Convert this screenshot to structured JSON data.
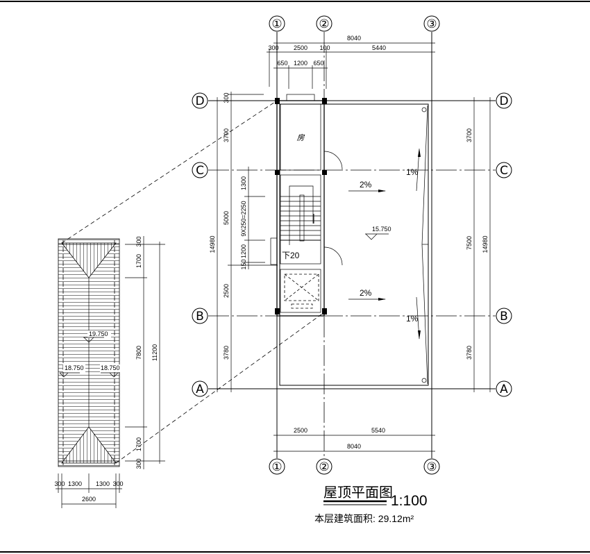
{
  "drawing": {
    "title": "屋顶平面图",
    "scale": "1:100",
    "area_note": "本层建筑面积: 29.12m²",
    "axes": {
      "v": [
        "①",
        "②",
        "③"
      ],
      "h": [
        "D",
        "C",
        "B",
        "A"
      ]
    },
    "room_label": "房",
    "stair_label": "下20",
    "slopes": {
      "s2a": "2%",
      "s2b": "2%",
      "s1a": "1%",
      "s1b": "1%"
    },
    "roof_elevation": "15.750",
    "dims_top": {
      "total": "8040",
      "r2": [
        "300",
        "2500",
        "100",
        "5440"
      ],
      "r3": [
        "650",
        "1200",
        "650"
      ]
    },
    "dims_bottom": {
      "r1": [
        "2500",
        "5540"
      ],
      "total": "8040"
    },
    "dims_left": {
      "outer": "14980",
      "mid": [
        "300",
        "3700",
        "5000",
        "2500",
        "3780"
      ],
      "inner": [
        "1300",
        "9X250=2250",
        "1200",
        "150"
      ]
    },
    "dims_right": {
      "mid": [
        "3700",
        "7500",
        "3780"
      ],
      "outer": "14980"
    },
    "hip_roof": {
      "ridge_elev": "19.750",
      "eave_elev_left": "18.750",
      "eave_elev_right": "18.750",
      "dims_right": [
        "300",
        "1700",
        "7800",
        "1700",
        "300"
      ],
      "dims_right_total": "11200",
      "dims_bottom": [
        "300",
        "1300",
        "1300",
        "300"
      ],
      "dims_bottom_total": "2600"
    }
  }
}
